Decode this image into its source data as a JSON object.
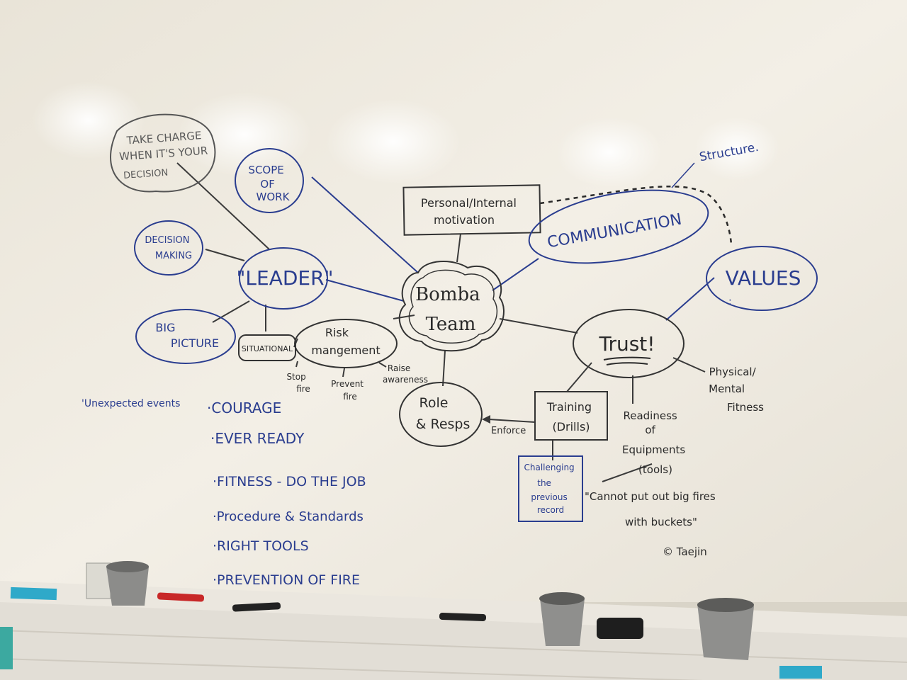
{
  "center": "Bomba Team",
  "nodes": {
    "leader": "\"LEADER\"",
    "take_charge": [
      "TAKE CHARGE",
      "WHEN IT'S YOUR",
      "DECISION"
    ],
    "scope": [
      "SCOPE",
      "OF",
      "WORK"
    ],
    "decision": [
      "DECISION",
      "MAKING"
    ],
    "big_picture": [
      "BIG",
      "PICTURE"
    ],
    "situational": "SITUATIONAL",
    "risk": [
      "Risk",
      "mangement"
    ],
    "stop_fire": [
      "Stop",
      "fire"
    ],
    "prevent_fire": [
      "Prevent",
      "fire"
    ],
    "raise_awareness": [
      "Raise",
      "awareness"
    ],
    "motivation": [
      "Personal/Internal",
      "motivation"
    ],
    "communication": "COMMUNICATION",
    "structure": "Structure.",
    "values": "VALUES",
    "trust": "Trust!",
    "physical": [
      "Physical/",
      "Mental",
      "Fitness"
    ],
    "readiness": [
      "Readiness",
      "of",
      "Equipments",
      "(tools)"
    ],
    "quote": [
      "\"Cannot put out big fires",
      "with buckets\""
    ],
    "signature": "© Taejin",
    "training": [
      "Training",
      "(Drills)"
    ],
    "challenging": [
      "Challenging",
      "the",
      "previous",
      "record"
    ],
    "enforce": "Enforce",
    "role": [
      "Role",
      "& Resps"
    ]
  },
  "list": {
    "heading": "'Unexpected events",
    "items": [
      "·COURAGE",
      "·EVER READY",
      "·FITNESS - DO THE JOB",
      "·Procedure & Standards",
      "·RIGHT TOOLS",
      "·PREVENTION OF FIRE"
    ]
  },
  "colors": {
    "board": "#f1ede3",
    "black_marker": "#2a2a2a",
    "blue_marker": "#2a3d8f",
    "ledge": "#e8e4dc"
  }
}
